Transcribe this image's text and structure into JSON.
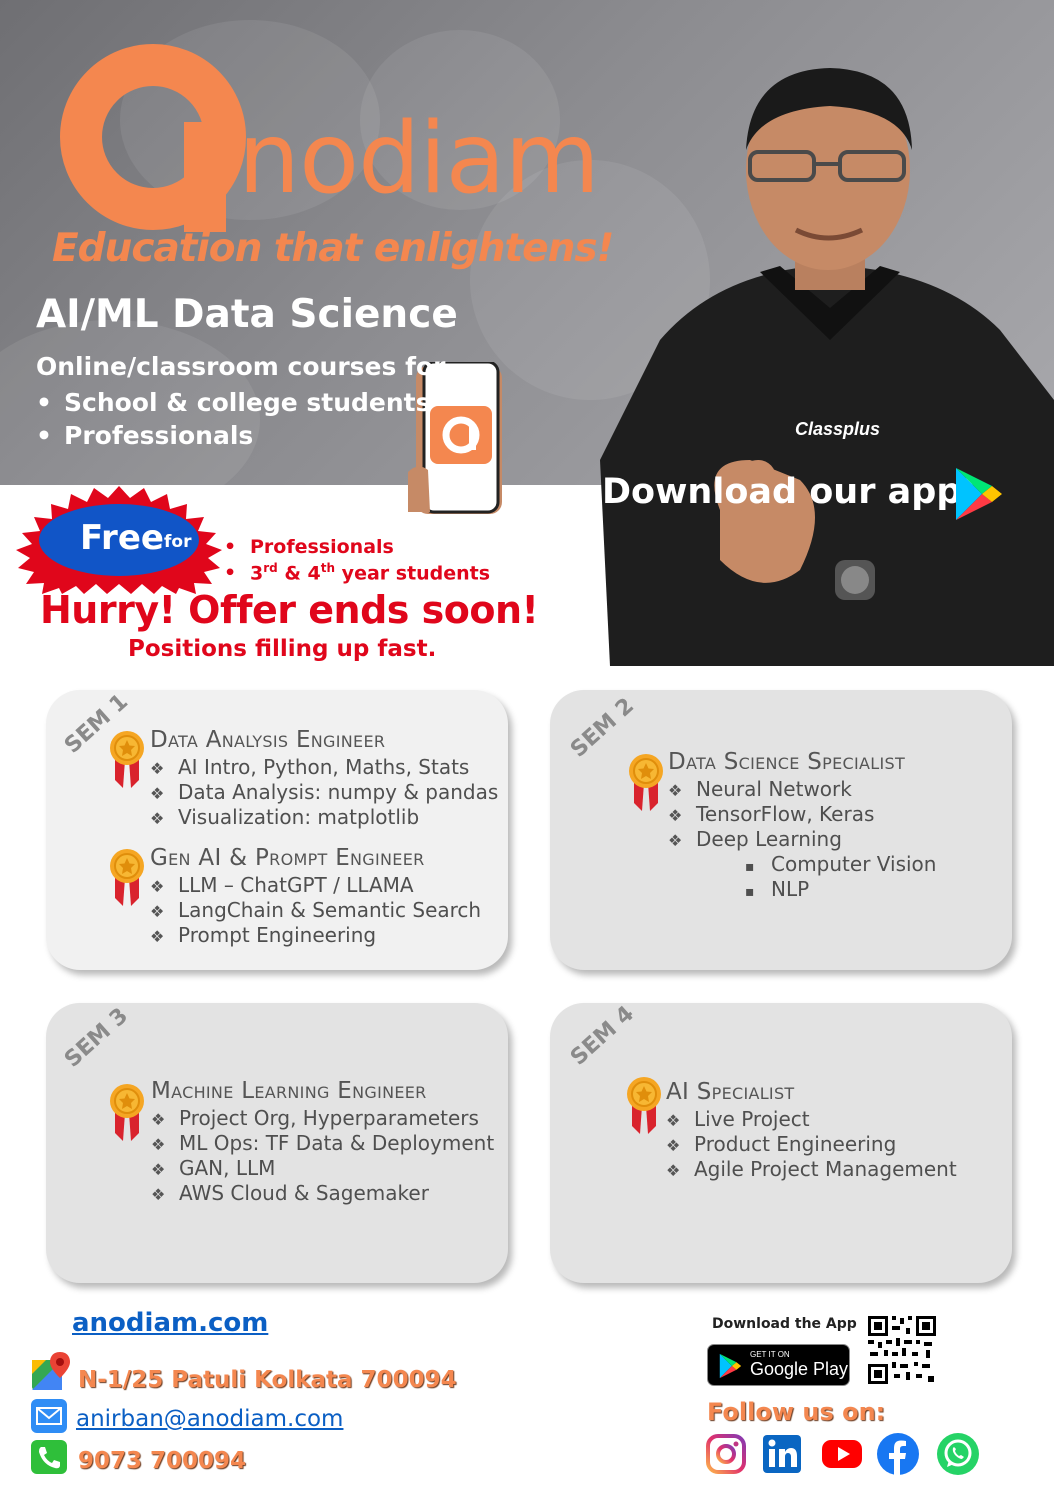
{
  "brand": {
    "logo_letter": "a",
    "name": "nodiam",
    "tagline": "Education that enlightens!",
    "accent_color": "#f4874f"
  },
  "hero": {
    "title": "AI/ML Data Science",
    "subtitle": "Online/classroom courses for",
    "audiences": [
      "School & college students",
      "Professionals"
    ],
    "shirt_brand": "Classplus",
    "download_text": "Download our app!"
  },
  "offer": {
    "free_word": "Free",
    "free_for": "for",
    "eligible": [
      {
        "text": "Professionals"
      },
      {
        "pre": "3",
        "sup1": "rd",
        "mid": " & 4",
        "sup2": "th",
        "post": " year students"
      }
    ],
    "headline": "Hurry! Offer ends soon!",
    "subline": "Positions filling up fast.",
    "color": "#e0061b"
  },
  "semesters": [
    {
      "label": "SEM 1",
      "courses": [
        {
          "title": "Data Analysis Engineer",
          "items": [
            "AI Intro, Python, Maths,  Stats",
            "Data Analysis: numpy & pandas",
            "Visualization: matplotlib"
          ]
        },
        {
          "title": "Gen AI & Prompt Engineer",
          "items": [
            "LLM – ChatGPT / LLAMA",
            "LangChain & Semantic Search",
            "Prompt Engineering"
          ]
        }
      ]
    },
    {
      "label": "SEM 2",
      "courses": [
        {
          "title": "Data Science Specialist",
          "items": [
            "Neural Network",
            "TensorFlow, Keras",
            "Deep Learning"
          ],
          "subitems": [
            "Computer Vision",
            "NLP"
          ]
        }
      ]
    },
    {
      "label": "SEM 3",
      "courses": [
        {
          "title": "Machine Learning Engineer",
          "items": [
            "Project Org, Hyperparameters",
            "ML Ops: TF Data & Deployment",
            "GAN, LLM",
            "AWS Cloud & Sagemaker"
          ]
        }
      ]
    },
    {
      "label": "SEM 4",
      "courses": [
        {
          "title": "AI Specialist",
          "items": [
            "Live Project",
            "Product Engineering",
            "Agile Project Management"
          ]
        }
      ]
    }
  ],
  "footer": {
    "website": "anodiam.com",
    "address": "N-1/25 Patuli Kolkata 700094",
    "email": "anirban@anodiam.com",
    "phone": "9073 700094",
    "download_label": "Download the App",
    "store_small": "GET IT ON",
    "store_big": "Google Play",
    "follow": "Follow us on:",
    "socials": [
      "instagram-icon",
      "linkedin-icon",
      "youtube-icon",
      "facebook-icon",
      "whatsapp-icon"
    ]
  }
}
